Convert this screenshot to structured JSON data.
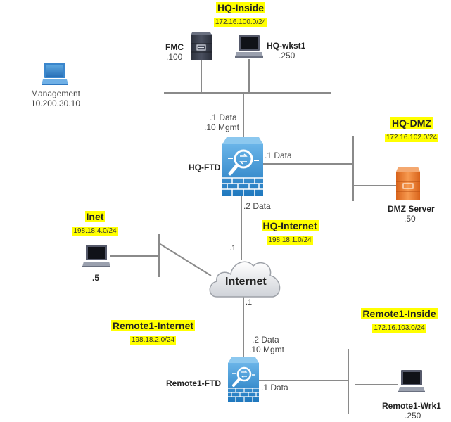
{
  "networks": {
    "hq_inside": {
      "name": "HQ-Inside",
      "subnet": "172.16.100.0/24"
    },
    "hq_dmz": {
      "name": "HQ-DMZ",
      "subnet": "172.16.102.0/24"
    },
    "inet": {
      "name": "Inet",
      "subnet": "198.18.4.0/24"
    },
    "hq_internet": {
      "name": "HQ-Internet",
      "subnet": "198.18.1.0/24"
    },
    "remote1_internet": {
      "name": "Remote1-Internet",
      "subnet": "198.18.2.0/24"
    },
    "remote1_inside": {
      "name": "Remote1-Inside",
      "subnet": "172.16.103.0/24"
    }
  },
  "devices": {
    "fmc": {
      "name": "FMC",
      "ip": ".100",
      "icon": "server-icon"
    },
    "hq_wkst1": {
      "name": "HQ-wkst1",
      "ip": ".250",
      "icon": "laptop-icon"
    },
    "management": {
      "name": "Management",
      "ip": "10.200.30.10",
      "icon": "laptop-icon"
    },
    "hq_ftd": {
      "name": "HQ-FTD",
      "icon": "firewall-icon"
    },
    "dmz_server": {
      "name": "DMZ Server",
      "ip": ".50",
      "icon": "server-icon"
    },
    "inet_host": {
      "ip": ".5",
      "icon": "laptop-icon"
    },
    "internet": {
      "name": "Internet",
      "icon": "cloud-icon"
    },
    "remote1_ftd": {
      "name": "Remote1-FTD",
      "icon": "firewall-icon"
    },
    "remote1_wrk1": {
      "name": "Remote1-Wrk1",
      "ip": ".250",
      "icon": "laptop-icon"
    }
  },
  "interfaces": {
    "hq_ftd_inside": [
      ".1 Data",
      ".10 Mgmt"
    ],
    "hq_ftd_dmz": ".1 Data",
    "hq_ftd_outside": ".2 Data",
    "internet_hq": ".1",
    "internet_remote": ".1",
    "remote1_ftd_outside": [
      ".2 Data",
      ".10 Mgmt"
    ],
    "remote1_ftd_inside": ".1 Data"
  },
  "colors": {
    "highlight": "#ffff00",
    "wire": "#888888",
    "firewall_blue": "#2f86c6",
    "dmz_orange": "#e87a2a"
  }
}
